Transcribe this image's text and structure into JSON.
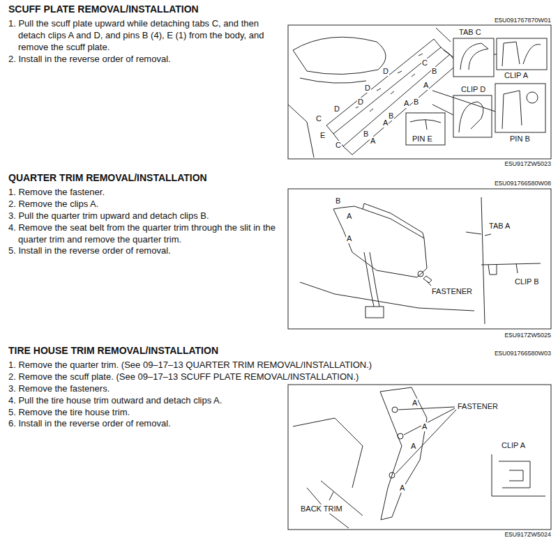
{
  "diagram": {
    "labels": [
      "SCUFF PLATE REMOVAL/INSTALLATION",
      "E5U091767870W01",
      "1. Pull the scuff plate upward while detaching tabs C, and then detach clips A and D, and pins B (4), E (1) from the body, and remove the scuff plate.",
      "2. Install in the reverse order of removal.",
      "TAB C",
      "CLIP A",
      "CLIP D",
      "PIN E",
      "PIN B",
      "D",
      "D",
      "D",
      "D",
      "C",
      "C",
      "C",
      "E",
      "B",
      "B",
      "B",
      "B",
      "A",
      "A",
      "A",
      "A",
      "E5U917ZW5023",
      "QUARTER TRIM REMOVAL/INSTALLATION",
      "E5U091766580W08",
      "1. Remove the fastener.",
      "2. Remove the clips A.",
      "3. Pull the quarter trim upward and detach clips B.",
      "4. Remove the seat belt from the quarter trim through the slit in the quarter trim and remove the quarter trim.",
      "5. Install in the reverse order of removal.",
      "B",
      "A",
      "A",
      "TAB A",
      "FASTENER",
      "CLIP B",
      "E5U917ZW5025",
      "TIRE HOUSE TRIM REMOVAL/INSTALLATION",
      "E5U091766580W03",
      "1. Remove the quarter trim. (See 09–17–13 QUARTER TRIM REMOVAL/INSTALLATION.)",
      "2. Remove the scuff plate. (See 09–17–13 SCUFF PLATE REMOVAL/INSTALLATION.)",
      "3. Remove the fasteners.",
      "4. Pull the tire house trim outward and detach clips A.",
      "5. Remove the tire house trim.",
      "6. Install in the reverse order of removal.",
      "A",
      "A",
      "A",
      "A",
      "FASTENER",
      "CLIP A",
      "BACK TRIM",
      "E5U917ZW5024"
    ]
  }
}
